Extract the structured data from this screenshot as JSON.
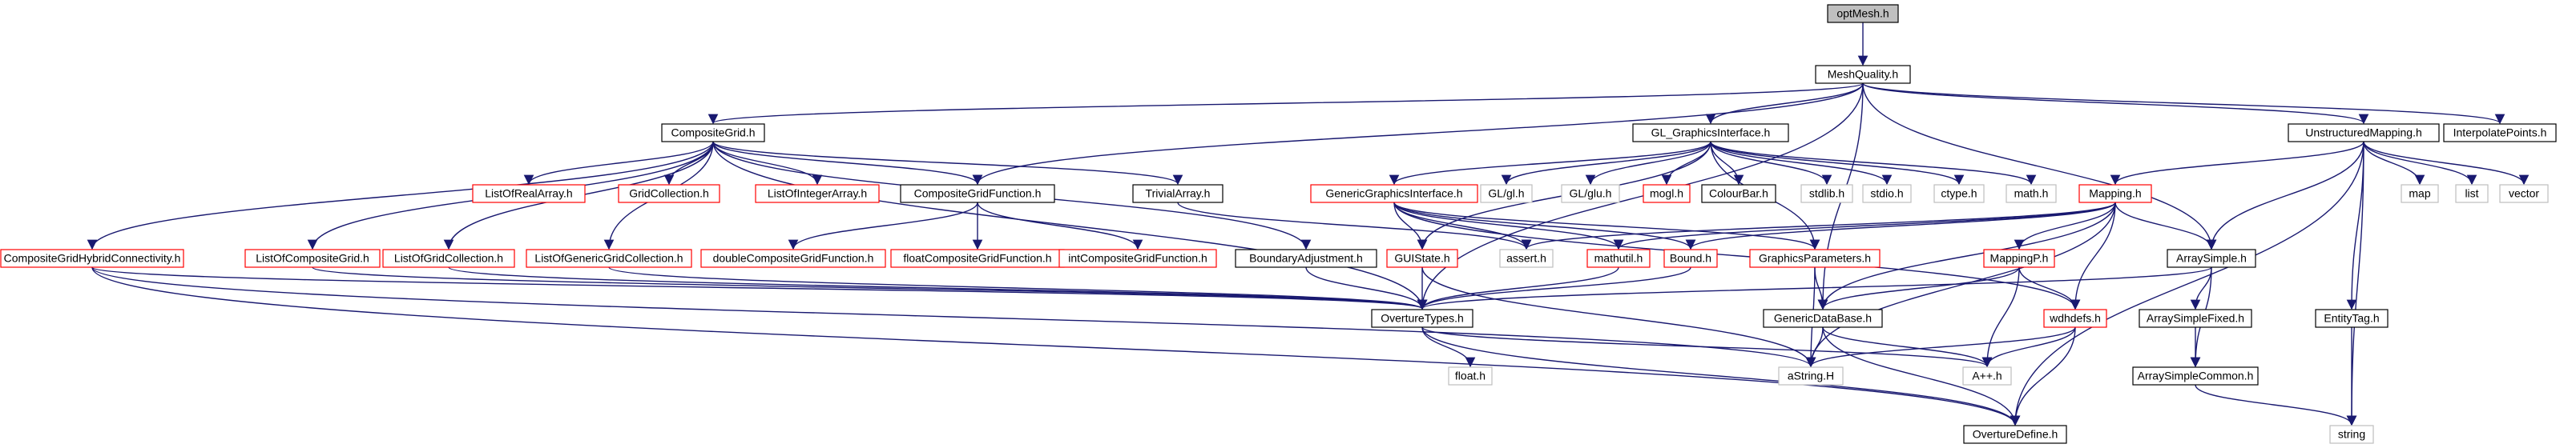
{
  "title": "optMesh.h",
  "colors": {
    "edge": "#191970",
    "edge_dark": "#1a1a4a",
    "root_fill": "#bfbfbf",
    "box_black": "#000000",
    "box_red": "#ff0000",
    "box_gray": "#bfbfbf",
    "text": "#000000"
  },
  "nodes": [
    {
      "id": "optMesh",
      "label": "optMesh.h",
      "style": "root"
    },
    {
      "id": "MeshQuality",
      "label": "MeshQuality.h",
      "style": "black"
    },
    {
      "id": "CompositeGrid",
      "label": "CompositeGrid.h",
      "style": "black"
    },
    {
      "id": "GLGraphics",
      "label": "GL_GraphicsInterface.h",
      "style": "black"
    },
    {
      "id": "UnstructuredMapping",
      "label": "UnstructuredMapping.h",
      "style": "black"
    },
    {
      "id": "InterpolatePoints",
      "label": "InterpolatePoints.h",
      "style": "black"
    },
    {
      "id": "ListOfRealArray",
      "label": "ListOfRealArray.h",
      "style": "red"
    },
    {
      "id": "GridCollection",
      "label": "GridCollection.h",
      "style": "red"
    },
    {
      "id": "ListOfIntegerArray",
      "label": "ListOfIntegerArray.h",
      "style": "red"
    },
    {
      "id": "CompositeGridFunction",
      "label": "CompositeGridFunction.h",
      "style": "black"
    },
    {
      "id": "TrivialArray",
      "label": "TrivialArray.h",
      "style": "black"
    },
    {
      "id": "GenericGraphicsInterface",
      "label": "GenericGraphicsInterface.h",
      "style": "red"
    },
    {
      "id": "GLgl",
      "label": "GL/gl.h",
      "style": "gray"
    },
    {
      "id": "GLglu",
      "label": "GL/glu.h",
      "style": "gray"
    },
    {
      "id": "mogl",
      "label": "mogl.h",
      "style": "red"
    },
    {
      "id": "ColourBar",
      "label": "ColourBar.h",
      "style": "black"
    },
    {
      "id": "stdlib",
      "label": "stdlib.h",
      "style": "gray"
    },
    {
      "id": "stdio",
      "label": "stdio.h",
      "style": "gray"
    },
    {
      "id": "ctype",
      "label": "ctype.h",
      "style": "gray"
    },
    {
      "id": "mathh",
      "label": "math.h",
      "style": "gray"
    },
    {
      "id": "Mapping",
      "label": "Mapping.h",
      "style": "red"
    },
    {
      "id": "map",
      "label": "map",
      "style": "gray"
    },
    {
      "id": "list",
      "label": "list",
      "style": "gray"
    },
    {
      "id": "vector",
      "label": "vector",
      "style": "gray"
    },
    {
      "id": "CGHybrid",
      "label": "CompositeGridHybridConnectivity.h",
      "style": "red"
    },
    {
      "id": "ListOfCompositeGrid",
      "label": "ListOfCompositeGrid.h",
      "style": "red"
    },
    {
      "id": "ListOfGridCollection",
      "label": "ListOfGridCollection.h",
      "style": "red"
    },
    {
      "id": "ListOfGenericGridCollection",
      "label": "ListOfGenericGridCollection.h",
      "style": "red"
    },
    {
      "id": "doubleCGF",
      "label": "doubleCompositeGridFunction.h",
      "style": "red"
    },
    {
      "id": "floatCGF",
      "label": "floatCompositeGridFunction.h",
      "style": "red"
    },
    {
      "id": "intCGF",
      "label": "intCompositeGridFunction.h",
      "style": "red"
    },
    {
      "id": "BoundaryAdjustment",
      "label": "BoundaryAdjustment.h",
      "style": "black"
    },
    {
      "id": "GUIState",
      "label": "GUIState.h",
      "style": "red"
    },
    {
      "id": "asserth",
      "label": "assert.h",
      "style": "gray"
    },
    {
      "id": "mathutil",
      "label": "mathutil.h",
      "style": "red"
    },
    {
      "id": "Bound",
      "label": "Bound.h",
      "style": "red"
    },
    {
      "id": "GraphicsParameters",
      "label": "GraphicsParameters.h",
      "style": "red"
    },
    {
      "id": "MappingP",
      "label": "MappingP.h",
      "style": "red"
    },
    {
      "id": "ArraySimple",
      "label": "ArraySimple.h",
      "style": "black"
    },
    {
      "id": "EntityTag",
      "label": "EntityTag.h",
      "style": "black"
    },
    {
      "id": "OvertureTypes",
      "label": "OvertureTypes.h",
      "style": "black"
    },
    {
      "id": "GenericDataBase",
      "label": "GenericDataBase.h",
      "style": "black"
    },
    {
      "id": "wdhdefs",
      "label": "wdhdefs.h",
      "style": "red"
    },
    {
      "id": "ArraySimpleFixed",
      "label": "ArraySimpleFixed.h",
      "style": "black"
    },
    {
      "id": "floath",
      "label": "float.h",
      "style": "gray"
    },
    {
      "id": "aString",
      "label": "aString.H",
      "style": "gray"
    },
    {
      "id": "Appph",
      "label": "A++.h",
      "style": "gray"
    },
    {
      "id": "ArraySimpleCommon",
      "label": "ArraySimpleCommon.h",
      "style": "black"
    },
    {
      "id": "stringh",
      "label": "string",
      "style": "gray"
    },
    {
      "id": "OvertureDefine",
      "label": "OvertureDefine.h",
      "style": "black"
    }
  ],
  "edges": [
    [
      "optMesh",
      "MeshQuality"
    ],
    [
      "MeshQuality",
      "CompositeGrid"
    ],
    [
      "MeshQuality",
      "GLGraphics"
    ],
    [
      "MeshQuality",
      "UnstructuredMapping"
    ],
    [
      "MeshQuality",
      "InterpolatePoints"
    ],
    [
      "MeshQuality",
      "CompositeGridFunction"
    ],
    [
      "MeshQuality",
      "OvertureTypes"
    ],
    [
      "MeshQuality",
      "ArraySimple"
    ],
    [
      "MeshQuality",
      "GenericDataBase"
    ],
    [
      "CompositeGrid",
      "ListOfRealArray"
    ],
    [
      "CompositeGrid",
      "GridCollection"
    ],
    [
      "CompositeGrid",
      "ListOfIntegerArray"
    ],
    [
      "CompositeGrid",
      "CompositeGridFunction"
    ],
    [
      "CompositeGrid",
      "TrivialArray"
    ],
    [
      "CompositeGrid",
      "CGHybrid"
    ],
    [
      "CompositeGrid",
      "ListOfCompositeGrid"
    ],
    [
      "CompositeGrid",
      "ListOfGridCollection"
    ],
    [
      "CompositeGrid",
      "ListOfGenericGridCollection"
    ],
    [
      "CompositeGrid",
      "BoundaryAdjustment"
    ],
    [
      "CompositeGrid",
      "OvertureTypes"
    ],
    [
      "CompositeGridFunction",
      "doubleCGF"
    ],
    [
      "CompositeGridFunction",
      "floatCGF"
    ],
    [
      "CompositeGridFunction",
      "intCGF"
    ],
    [
      "GLGraphics",
      "GenericGraphicsInterface"
    ],
    [
      "GLGraphics",
      "GLgl"
    ],
    [
      "GLGraphics",
      "GLglu"
    ],
    [
      "GLGraphics",
      "mogl"
    ],
    [
      "GLGraphics",
      "ColourBar"
    ],
    [
      "GLGraphics",
      "stdlib"
    ],
    [
      "GLGraphics",
      "stdio"
    ],
    [
      "GLGraphics",
      "ctype"
    ],
    [
      "GLGraphics",
      "mathh"
    ],
    [
      "GLGraphics",
      "GUIState"
    ],
    [
      "GLGraphics",
      "GraphicsParameters"
    ],
    [
      "GenericGraphicsInterface",
      "GUIState"
    ],
    [
      "GenericGraphicsInterface",
      "asserth"
    ],
    [
      "GenericGraphicsInterface",
      "mathutil"
    ],
    [
      "GenericGraphicsInterface",
      "GraphicsParameters"
    ],
    [
      "GenericGraphicsInterface",
      "wdhdefs"
    ],
    [
      "GenericGraphicsInterface",
      "Bound"
    ],
    [
      "UnstructuredMapping",
      "Mapping"
    ],
    [
      "UnstructuredMapping",
      "map"
    ],
    [
      "UnstructuredMapping",
      "list"
    ],
    [
      "UnstructuredMapping",
      "vector"
    ],
    [
      "UnstructuredMapping",
      "EntityTag"
    ],
    [
      "UnstructuredMapping",
      "ArraySimple"
    ],
    [
      "UnstructuredMapping",
      "stringh"
    ],
    [
      "UnstructuredMapping",
      "OvertureDefine"
    ],
    [
      "Mapping",
      "mathutil"
    ],
    [
      "Mapping",
      "Bound"
    ],
    [
      "Mapping",
      "MappingP"
    ],
    [
      "Mapping",
      "ArraySimple"
    ],
    [
      "Mapping",
      "wdhdefs"
    ],
    [
      "Mapping",
      "GenericDataBase"
    ],
    [
      "Mapping",
      "asserth"
    ],
    [
      "Mapping",
      "aString"
    ],
    [
      "TrivialArray",
      "asserth"
    ],
    [
      "CGHybrid",
      "OvertureTypes"
    ],
    [
      "CGHybrid",
      "aString"
    ],
    [
      "CGHybrid",
      "OvertureDefine"
    ],
    [
      "ListOfCompositeGrid",
      "OvertureTypes"
    ],
    [
      "ListOfGridCollection",
      "OvertureTypes"
    ],
    [
      "ListOfGenericGridCollection",
      "OvertureTypes"
    ],
    [
      "BoundaryAdjustment",
      "OvertureTypes"
    ],
    [
      "GUIState",
      "OvertureTypes"
    ],
    [
      "GUIState",
      "aString"
    ],
    [
      "mathutil",
      "OvertureTypes"
    ],
    [
      "Bound",
      "OvertureTypes"
    ],
    [
      "GraphicsParameters",
      "GenericDataBase"
    ],
    [
      "GraphicsParameters",
      "aString"
    ],
    [
      "MappingP",
      "GenericDataBase"
    ],
    [
      "MappingP",
      "Appph"
    ],
    [
      "MappingP",
      "wdhdefs"
    ],
    [
      "ArraySimple",
      "OvertureTypes"
    ],
    [
      "ArraySimple",
      "ArraySimpleFixed"
    ],
    [
      "ArraySimple",
      "ArraySimpleCommon"
    ],
    [
      "ArraySimpleFixed",
      "ArraySimpleCommon"
    ],
    [
      "ArraySimpleCommon",
      "stringh"
    ],
    [
      "EntityTag",
      "stringh"
    ],
    [
      "OvertureTypes",
      "floath"
    ],
    [
      "OvertureTypes",
      "OvertureDefine"
    ],
    [
      "OvertureTypes",
      "Appph"
    ],
    [
      "GenericDataBase",
      "aString"
    ],
    [
      "GenericDataBase",
      "Appph"
    ],
    [
      "GenericDataBase",
      "OvertureDefine"
    ],
    [
      "wdhdefs",
      "aString"
    ],
    [
      "wdhdefs",
      "Appph"
    ],
    [
      "wdhdefs",
      "OvertureDefine"
    ]
  ]
}
